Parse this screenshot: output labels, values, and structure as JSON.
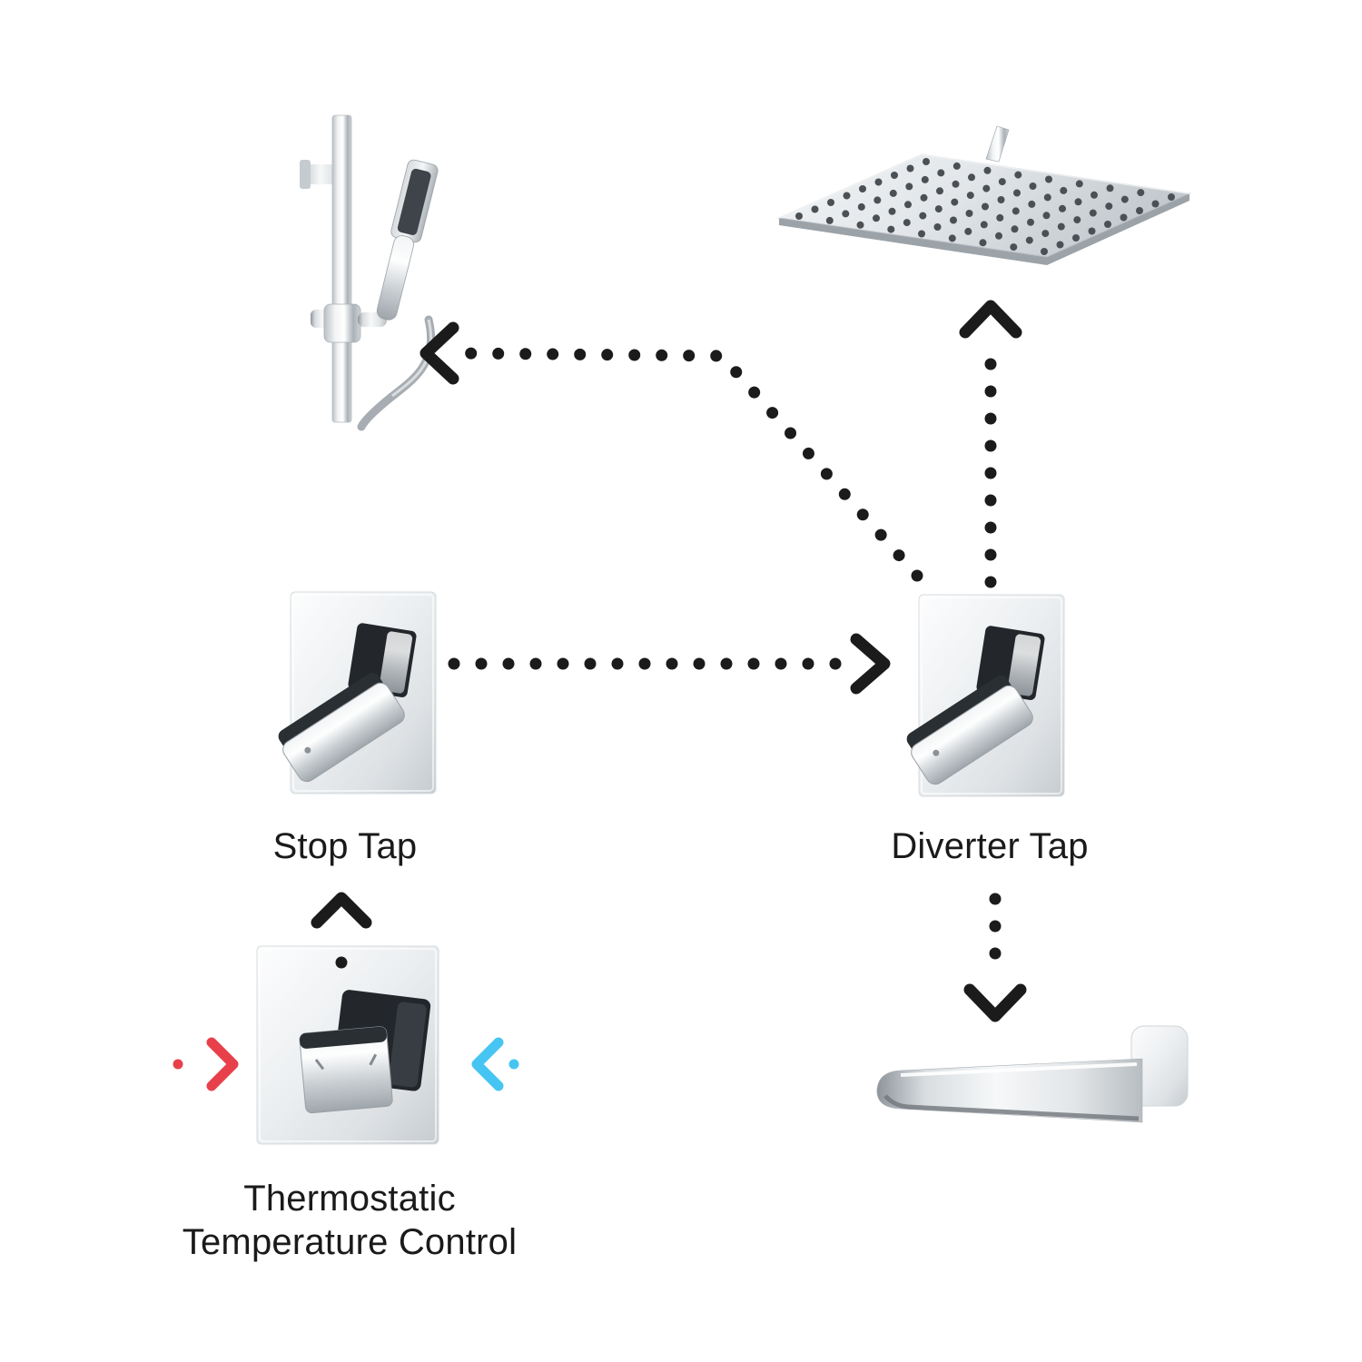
{
  "diagram": {
    "labels": {
      "stop_tap": "Stop Tap",
      "diverter_tap": "Diverter Tap",
      "thermostatic_line1": "Thermostatic",
      "thermostatic_line2": "Temperature Control"
    },
    "colors": {
      "arrow": "#1b1b1b",
      "hot": "#e8404b",
      "cold": "#47c5f2"
    },
    "icons": {
      "flow_arrow": "dotted-line-with-chevron",
      "hot_inlet_arrow": "red-chevron-right-dotted",
      "cold_inlet_arrow": "blue-chevron-left-dotted"
    }
  }
}
